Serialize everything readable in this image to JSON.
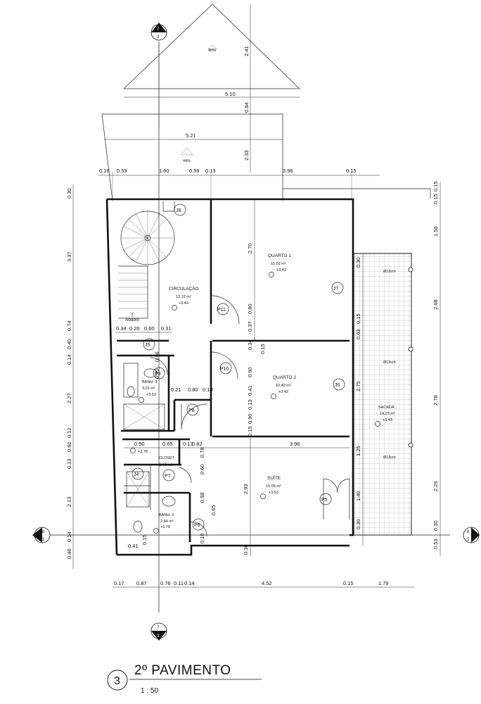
{
  "title_block": {
    "number": "3",
    "title": "2º PAVIMENTO",
    "scale": "1 : 50"
  },
  "section_markers": {
    "top": {
      "num": "7",
      "sheet": "3"
    },
    "bottom": {
      "num": "7",
      "sheet": "3"
    },
    "left": {
      "num": "8",
      "sheet": "3"
    },
    "right": {
      "num": "8",
      "sheet": "3"
    }
  },
  "roof": {
    "upper_slope": "40%",
    "upper_width": "5.10",
    "upper_height": "2.41",
    "lower_slope": "44%",
    "lower_width": "5.21",
    "gap": "0.84",
    "lower_height": "2.33"
  },
  "top_dims": [
    "0.16",
    "0.59",
    "1.60",
    "0.59",
    "0.13",
    "3.98",
    "0.15"
  ],
  "bottom_dims": [
    "0.17",
    "0.87",
    "0.76",
    "0.11",
    "0.14",
    "4.52",
    "0.15",
    "1.79"
  ],
  "left_dims": [
    "0.30",
    "3.37",
    "0.74",
    "0.40",
    "0.14",
    "2.27",
    "0.12",
    "0.60",
    "0.13",
    "2.13",
    "0.14",
    "0.46"
  ],
  "right_dims": [
    "0.15",
    "0.15",
    "1.56",
    "2.68",
    "2.78",
    "2.29",
    "0.30",
    "0.53"
  ],
  "inner_dims": {
    "quarto1_h": "2.70",
    "p11_h": "0.80",
    "v037": "0.37",
    "v034": "0.34",
    "v015a": "0.15",
    "row1": [
      "0.34",
      "0.26",
      "0.60",
      "0.31"
    ],
    "q2_a": "0.90",
    "q2_b": "0.41",
    "q2_c": "0.13",
    "q2_d": "0.90",
    "q2_e": "0.15",
    "b1_w": [
      "0.21",
      "0.80",
      "0.10"
    ],
    "b1_v": "0.70",
    "b1_v2": "0.16",
    "closet_row": [
      "0.90",
      "0.65",
      "0.13",
      "0.82"
    ],
    "w396": "3.96",
    "v078": "0.78",
    "v060": "0.60",
    "v098": "0.98",
    "v065": "0.65",
    "v010": "0.10",
    "suite_h": "2.93",
    "v036": "0.36",
    "b2_w": "0.41",
    "b2_v": "0.15",
    "j7_a": "0.30",
    "j7_b": "0.15",
    "j7_c": "0.63",
    "sac_h": "2.75",
    "sac_b": "1.25",
    "sac_c": "1.40",
    "sac_d": "0.30"
  },
  "rooms": [
    {
      "id": "circulacao",
      "name": "CIRCULAÇÃO",
      "area": "13.12 m²",
      "level": "+3.43"
    },
    {
      "id": "quarto1",
      "name": "QUARTO 1",
      "area": "15.02 m²",
      "level": "+3.43"
    },
    {
      "id": "quarto2",
      "name": "QUARTO 2",
      "area": "10.49 m²",
      "level": "+3.43"
    },
    {
      "id": "banh1",
      "name": "BANH. 3",
      "area": "3.01 m²",
      "level": "+3.63"
    },
    {
      "id": "closet",
      "name": "CLOSET",
      "area": "1.48 m²",
      "level": "+3.78"
    },
    {
      "id": "banh2",
      "name": "BANH. 2",
      "area": "2.94 m²",
      "level": "+3.78"
    },
    {
      "id": "suite",
      "name": "SUÍTE",
      "area": "15.05 m²",
      "level": "+3.53"
    },
    {
      "id": "sacada",
      "name": "SACADA",
      "area": "14.23 m²",
      "level": "+3.43"
    }
  ],
  "abaixo": "Abaixo",
  "openings": {
    "windows": [
      "J8",
      "J7",
      "J6",
      "J5",
      "J4"
    ],
    "doors": [
      "P11",
      "P10",
      "P9",
      "P8",
      "P7",
      "P6",
      "P5"
    ]
  },
  "columns": [
    "Ø13cm",
    "Ø13cm",
    "Ø13cm"
  ]
}
